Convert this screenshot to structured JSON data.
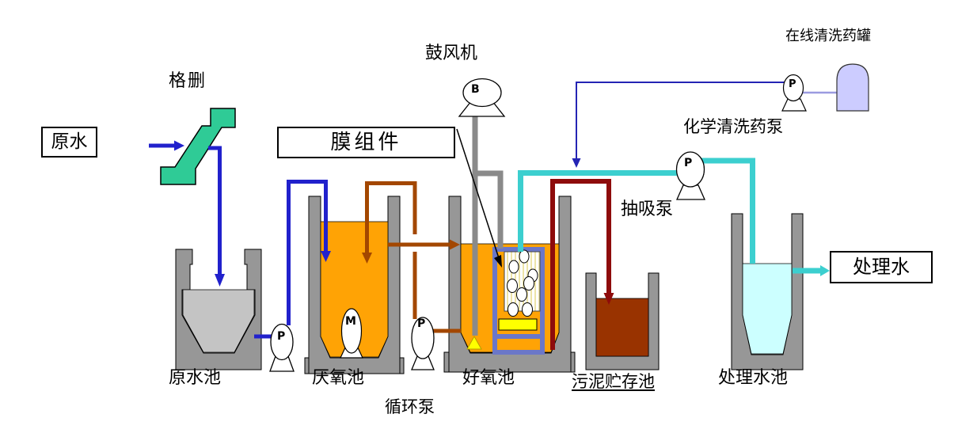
{
  "figure": {
    "type": "process-flow-diagram"
  },
  "boxed_labels": {
    "raw_water": "原水",
    "membrane_module": "膜组件",
    "treated_water": "处理水"
  },
  "labels": {
    "screen": "格删",
    "blower": "鼓风机",
    "online_cleaning_tank": "在线清洗药罐",
    "chemical_cleaning_pump": "化学清洗药泵",
    "suction_pump": "抽吸泵",
    "circulation_pump": "循环泵"
  },
  "tank_labels": {
    "raw_water_tank": "原水池",
    "anaerobic_tank": "厌氧池",
    "aerobic_tank": "好氧池",
    "sludge_storage_tank": "污泥贮存池",
    "treated_water_tank": "处理水池"
  },
  "equipment_marks": {
    "blower": "B",
    "mixer": "M",
    "raw_water_pump": "P",
    "circulation_pump": "P",
    "suction_pump": "P",
    "chemical_pump": "P"
  },
  "colors": {
    "raw_water_liquid": "#C4C4C4",
    "mixed_liquor_orange": "#FFA305",
    "sludge_liquid": "#993300",
    "treated_liquid": "#CCFFFF",
    "tank_gray": "#979797",
    "screen_green": "#2FCB96",
    "membrane_frame": "#6B77C8",
    "pipe_blue": "#2121CC",
    "pipe_brown": "#A34700",
    "pipe_dark_red": "#8E0B0B",
    "pipe_cyan": "#3CCFCF",
    "pipe_air_gray": "#8A8A8A",
    "chemical_line_blue": "#2424B4",
    "chemical_tank_lavender": "#CCCCFF",
    "diffuser_yellow": "#FFFF00"
  }
}
